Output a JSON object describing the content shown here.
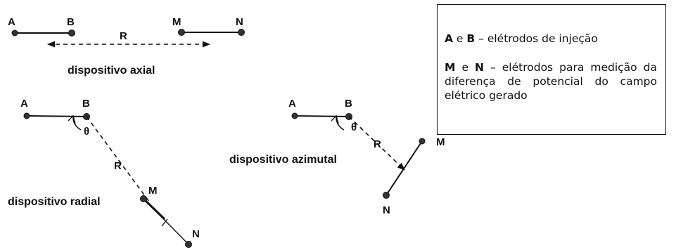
{
  "labels": {
    "axial": {
      "A": "A",
      "B": "B",
      "M": "M",
      "N": "N",
      "R": "R"
    },
    "radial": {
      "A": "A",
      "B": "B",
      "M": "M",
      "N": "N",
      "R": "R",
      "theta": "θ"
    },
    "azimutal": {
      "A": "A",
      "B": "B",
      "M": "M",
      "N": "N",
      "R": "R",
      "theta": "θ"
    }
  },
  "captions": {
    "axial": "dispositivo axial",
    "radial": "dispositivo radial",
    "azimutal": "dispositivo azimutal"
  },
  "legend": {
    "line1": {
      "a": "A",
      "and": " e ",
      "b": "B",
      "text": " – elétrodos de injeção"
    },
    "line2": {
      "m": "M",
      "and": " e ",
      "n": "N",
      "text": " – elétrodos para medição da diferença de potencial do campo elétrico gerado"
    }
  }
}
